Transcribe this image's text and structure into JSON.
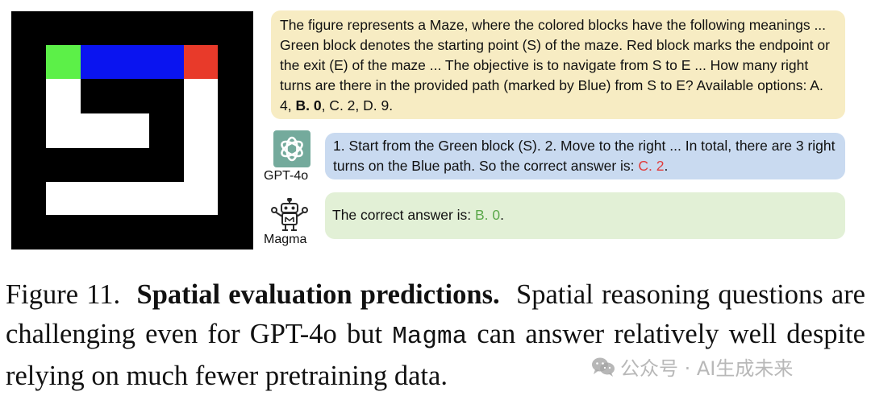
{
  "maze": {
    "start_color": "#5cf048",
    "path_color": "#0a14f0",
    "end_color": "#e83a2a",
    "wall_color": "#000000",
    "floor_color": "#ffffff"
  },
  "question": {
    "text_before_answer": "The figure represents a Maze, where the colored blocks have the following meanings ... Green block denotes the starting point (S) of the maze. Red block marks the endpoint or the exit (E) of the maze ... The objective is to navigate from S to E ... How many right turns are there in the provided path (marked by Blue) from S to E? Available options: A. 4, ",
    "bold_option": "B. 0",
    "text_after_answer": ", C. 2, D. 9."
  },
  "gpt4o": {
    "label": "GPT-4o",
    "icon": "openai-logo-icon",
    "response_text": "1. Start from the Green block (S). 2. Move to the right ... In total, there are 3 right turns on the Blue path. So the correct answer is: ",
    "answer": "C. 2",
    "answer_suffix": "."
  },
  "magma": {
    "label": "Magma",
    "icon": "robot-icon",
    "response_text": "The correct answer is: ",
    "answer": "B. 0",
    "answer_suffix": "."
  },
  "caption": {
    "figure_label": "Figure 11.",
    "bold_title": "Spatial evaluation predictions.",
    "text_part1": "Spatial reasoning questions are challenging even for GPT-4o but ",
    "model_name": "Magma",
    "text_part2": " can answer relatively well despite relying on much fewer pretraining data."
  },
  "watermark": {
    "text": "公众号 · AI生成未来",
    "icon": "wechat-icon"
  }
}
